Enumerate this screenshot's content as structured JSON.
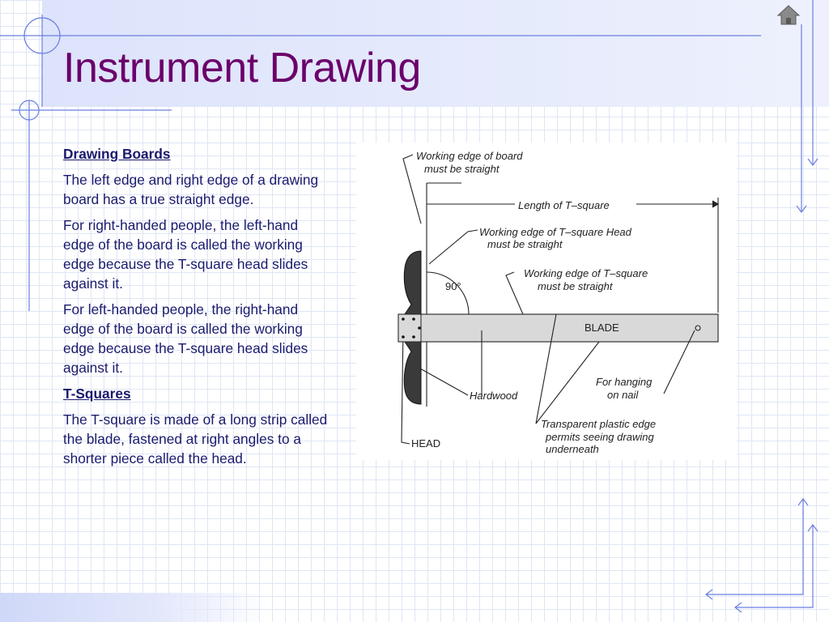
{
  "slide": {
    "title": "Instrument Drawing",
    "sections": [
      {
        "heading": "Drawing Boards",
        "paragraphs": [
          "The left edge and right edge of a drawing board has a true straight edge.",
          "For right-handed people, the left-hand edge of the board is called the working edge because the T-square head slides against it.",
          "For left-handed people, the right-hand edge of the board is called the working edge because the T-square head slides against it."
        ]
      },
      {
        "heading": "T-Squares",
        "paragraphs": [
          "The T-square is made of a long strip called the blade, fastened at right angles to a shorter piece called the head."
        ]
      }
    ]
  },
  "figure": {
    "labels": {
      "board_edge_1": "Working edge of board",
      "board_edge_2": "must be straight",
      "length": "Length of T–square",
      "head_edge_1": "Working edge of T–square Head",
      "head_edge_2": "must be straight",
      "angle": "90°",
      "blade_edge_1": "Working edge of T–square",
      "blade_edge_2": "must be straight",
      "blade": "BLADE",
      "hardwood": "Hardwood",
      "hanging_1": "For hanging",
      "hanging_2": "on nail",
      "plastic_1": "Transparent plastic edge",
      "plastic_2": "permits seeing drawing",
      "plastic_3": "underneath",
      "head": "HEAD"
    }
  },
  "icons": {
    "home": "home-icon"
  },
  "colors": {
    "title": "#6b006b",
    "body_text": "#1a1a6e",
    "accent_line": "#6b7fe0"
  }
}
